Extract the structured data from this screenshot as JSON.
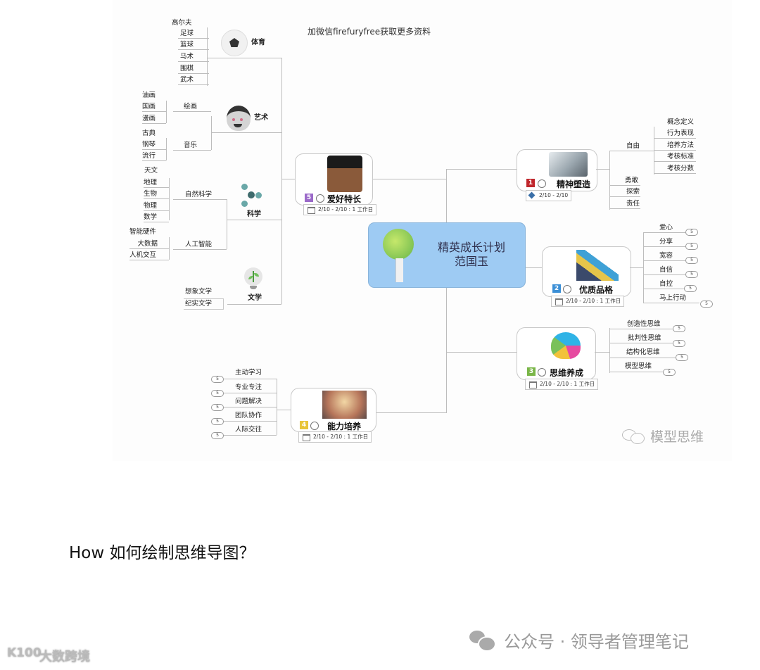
{
  "watermarks": {
    "top": "加微信firefuryfree获取更多资料",
    "model_thinking": "模型思维",
    "official_account": "公众号 · 领导者管理笔记",
    "dashu": "大数跨境",
    "dashu_logo": "K100"
  },
  "central": {
    "line1": "精英成长计划",
    "line2": "范国玉",
    "icon": "tree-icon",
    "bg_color": "#9ecbf3"
  },
  "branches": [
    {
      "id": 1,
      "badge": "1",
      "badge_color": "#c0262c",
      "title": "精神塑造",
      "image": "snow-leopard-image",
      "date": "2/10 - 2/10",
      "date_icon": "milestone-diamond-icon",
      "children": [
        {
          "label": "自由",
          "children": [
            "概念定义",
            "行为表现",
            "培养方法",
            "考核标准",
            "考核分数"
          ]
        },
        {
          "label": "勇敢"
        },
        {
          "label": "探索"
        },
        {
          "label": "责任"
        }
      ]
    },
    {
      "id": 2,
      "badge": "2",
      "badge_color": "#3b8fd6",
      "title": "优质品格",
      "image": "staircase-people-image",
      "date": "2/10 - 2/10 : 1 工作日",
      "date_icon": "calendar-icon",
      "children": [
        {
          "label": "爱心",
          "score": "5"
        },
        {
          "label": "分享",
          "score": "5"
        },
        {
          "label": "宽容",
          "score": "5"
        },
        {
          "label": "自信",
          "score": "5"
        },
        {
          "label": "自控",
          "score": "5"
        },
        {
          "label": "马上行动",
          "score": "5"
        }
      ]
    },
    {
      "id": 3,
      "badge": "3",
      "badge_color": "#7ab648",
      "title": "思维养成",
      "image": "colorful-brain-image",
      "date": "2/10 - 2/10 : 1 工作日",
      "date_icon": "calendar-icon",
      "children": [
        {
          "label": "创造性思维",
          "score": "5"
        },
        {
          "label": "批判性思维",
          "score": "5"
        },
        {
          "label": "结构化思维",
          "score": "5"
        },
        {
          "label": "模型思维",
          "score": "5"
        }
      ]
    },
    {
      "id": 4,
      "badge": "4",
      "badge_color": "#e8c53a",
      "title": "能力培养",
      "image": "ant-lifting-image",
      "date": "2/10 - 2/10 : 1 工作日",
      "date_icon": "calendar-icon",
      "children": [
        {
          "label": "主动学习",
          "score": "5"
        },
        {
          "label": "专业专注",
          "score": "5"
        },
        {
          "label": "问题解决",
          "score": "5"
        },
        {
          "label": "团队协作",
          "score": "5"
        },
        {
          "label": "人际交往",
          "score": "5"
        }
      ]
    },
    {
      "id": 5,
      "badge": "5",
      "badge_color": "#9b6ac9",
      "title": "爱好特长",
      "image": "da-vinci-portrait-image",
      "date": "2/10 - 2/10 : 1 工作日",
      "date_icon": "calendar-icon",
      "children": [
        {
          "label": "体育",
          "icon": "soccer-ball-icon",
          "children": [
            "高尔夫",
            "足球",
            "篮球",
            "马术",
            "围棋",
            "武术"
          ]
        },
        {
          "label": "艺术",
          "icon": "vampire-face-icon",
          "children": [
            {
              "label": "绘画",
              "children": [
                "油画",
                "国画",
                "漫画"
              ]
            },
            {
              "label": "音乐",
              "children": [
                "古典",
                "钢琴",
                "流行"
              ]
            }
          ]
        },
        {
          "label": "科学",
          "icon": "molecule-icon",
          "children": [
            {
              "label": "自然科学",
              "children": [
                "天文",
                "地理",
                "生物",
                "物理",
                "数学"
              ]
            },
            {
              "label": "人工智能",
              "children": [
                "智能硬件",
                "大数据",
                "人机交互"
              ]
            }
          ]
        },
        {
          "label": "文学",
          "icon": "lightbulb-plant-icon",
          "children": [
            "想象文学",
            "纪实文学"
          ]
        }
      ]
    }
  ],
  "footer": {
    "question": "How 如何绘制思维导图？"
  }
}
